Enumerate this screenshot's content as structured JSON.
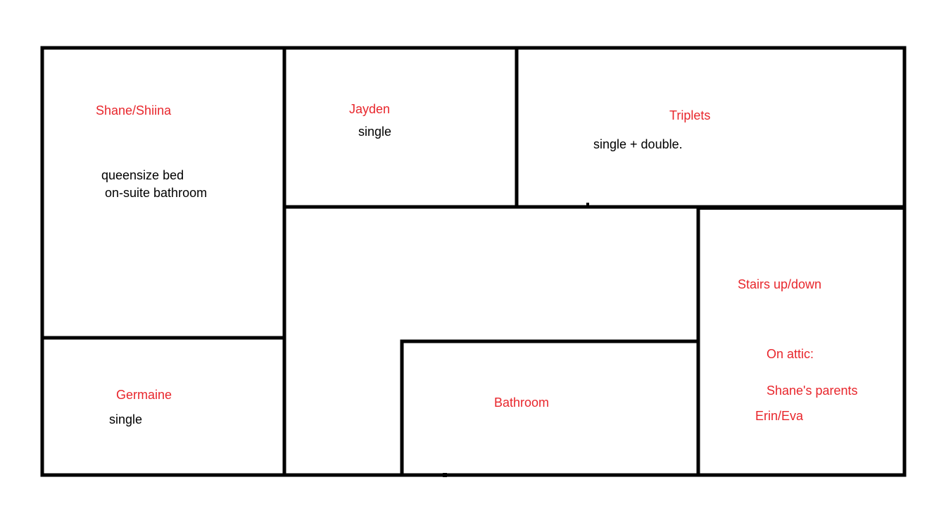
{
  "colors": {
    "wall": "#000000",
    "room_name": "#e8262c",
    "note": "#000000",
    "background": "#ffffff"
  },
  "rooms": {
    "shane_shiina": {
      "name": "Shane/Shiina",
      "notes": [
        "queensize bed",
        "on-suite bathroom"
      ]
    },
    "jayden": {
      "name": "Jayden",
      "note": "single"
    },
    "triplets": {
      "name": "Triplets",
      "note": "single + double."
    },
    "germaine": {
      "name": "Germaine",
      "note": "single"
    },
    "bathroom": {
      "name": "Bathroom"
    },
    "stairs": {
      "name": "Stairs up/down",
      "attic_heading": "On attic:",
      "attic_occupants": [
        "Shane's parents",
        "Erin/Eva"
      ]
    }
  }
}
